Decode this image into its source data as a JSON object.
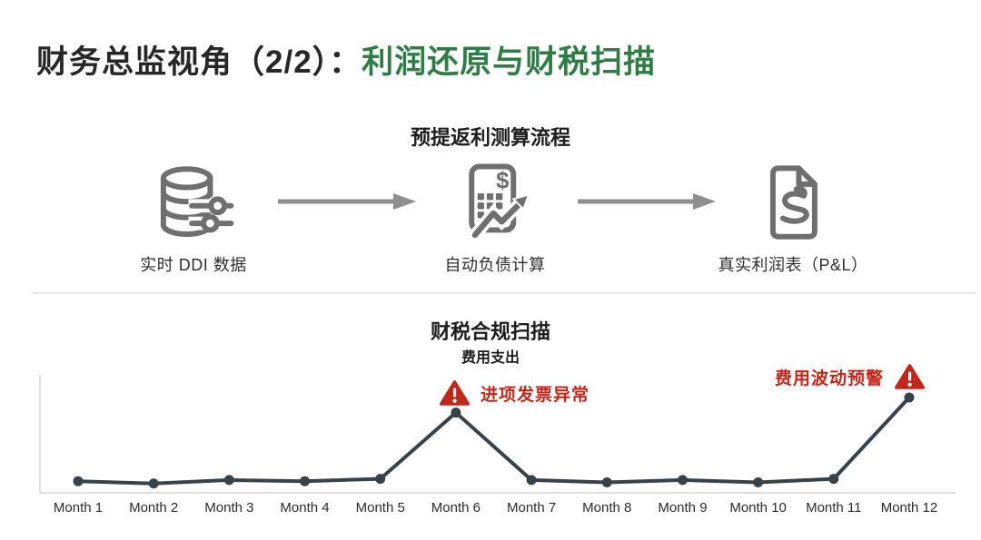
{
  "slide": {
    "title_prefix": "财务总监视角（2/2）：",
    "title_highlight": "利润还原与财税扫描"
  },
  "process_section": {
    "heading": "预提返利测算流程",
    "steps": [
      {
        "icon": "database-icon",
        "label": "实时 DDI 数据"
      },
      {
        "icon": "calculator-trend-icon",
        "label": "自动负债计算"
      },
      {
        "icon": "document-pl-icon",
        "label": "真实利润表（P&L）"
      }
    ]
  },
  "scan_section": {
    "heading": "财税合规扫描",
    "subheading": "费用支出"
  },
  "chart_data": {
    "type": "line",
    "title": "财税合规扫描",
    "series_name": "费用支出",
    "categories": [
      "Month 1",
      "Month 2",
      "Month 3",
      "Month 4",
      "Month 5",
      "Month 6",
      "Month 7",
      "Month 8",
      "Month 9",
      "Month 10",
      "Month 11",
      "Month 12"
    ],
    "values": [
      10,
      8,
      11,
      10,
      12,
      69,
      11,
      9,
      11,
      9,
      12,
      82
    ],
    "ylim": [
      0,
      100
    ],
    "xlabel": "",
    "ylabel": "",
    "grid": false,
    "legend": false,
    "line_color": "#37424a",
    "annotations": [
      {
        "category": "Month 6",
        "label": "进项发票异常",
        "icon": "warning-triangle-icon",
        "color": "#c2271c"
      },
      {
        "category": "Month 12",
        "label": "费用波动预警",
        "icon": "warning-triangle-icon",
        "color": "#c2271c"
      }
    ]
  },
  "colors": {
    "title_dark": "#272727",
    "accent_green": "#2e7d44",
    "icon_gray": "#6f6f6f",
    "arrow_gray": "#8f8f8f",
    "warning_red": "#c2271c",
    "chart_line": "#37424a",
    "axis_gray": "#dedede"
  }
}
